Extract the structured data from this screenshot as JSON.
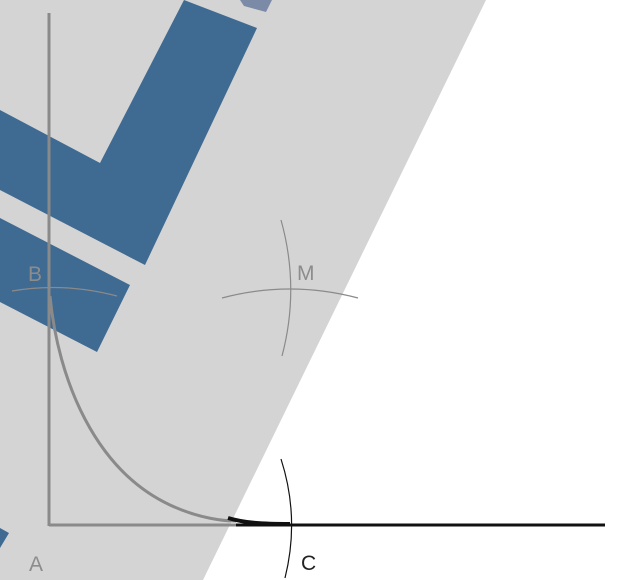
{
  "labels": {
    "point_a": "A",
    "point_b": "B",
    "point_c": "C",
    "point_m": "M"
  },
  "colors": {
    "background": "#ffffff",
    "overlay": "#d4d4d4",
    "set_square": "#3f6a92",
    "set_square_edge": "#7b8aa6",
    "construction_arc": "#8a8a8a",
    "axis_line": "#8a8a8a",
    "curve": "#8a8a8a",
    "base_line_solid": "#111111",
    "label_faded": "#8c8c8c",
    "label_solid": "#222222"
  },
  "icons": {
    "ruler_tool": "set-square-triangle"
  }
}
